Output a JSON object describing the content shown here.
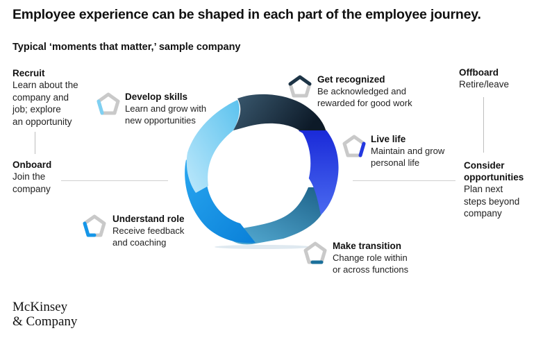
{
  "title": "Employee experience can be shaped in each part of the employee journey.",
  "subtitle": "Typical ‘moments that matter,’ sample company",
  "stages": {
    "recruit": {
      "head": "Recruit",
      "lines": [
        "Learn about the",
        "company and",
        "job; explore",
        "an opportunity"
      ]
    },
    "onboard": {
      "head": "Onboard",
      "lines": [
        "Join the",
        "company"
      ]
    },
    "offboard": {
      "head": "Offboard",
      "lines": [
        "Retire/leave"
      ]
    },
    "consider": {
      "head_lines": [
        "Consider",
        "opportunities"
      ],
      "lines": [
        "Plan next",
        "steps beyond",
        "company"
      ]
    }
  },
  "moments": {
    "develop": {
      "head": "Develop skills",
      "lines": [
        "Learn and grow with",
        "new opportunities"
      ]
    },
    "recognized": {
      "head": "Get recognized",
      "lines": [
        "Be acknowledged and",
        "rewarded for good work"
      ]
    },
    "live": {
      "head": "Live life",
      "lines": [
        "Maintain and grow",
        "personal life"
      ]
    },
    "transition": {
      "head": "Make transition",
      "lines": [
        "Change role within",
        "or across functions"
      ]
    },
    "understand": {
      "head": "Understand role",
      "lines": [
        "Receive feedback",
        "and coaching"
      ]
    }
  },
  "logo": {
    "line1": "McKinsey",
    "line2": "& Company"
  },
  "colors": {
    "develop_skills": "#7fd0f2",
    "get_recognized": "#1d3446",
    "live_life": "#2338e0",
    "make_transition": "#1a6f9a",
    "understand_role": "#1596e8",
    "icon_inactive": "#c9c9c9"
  }
}
